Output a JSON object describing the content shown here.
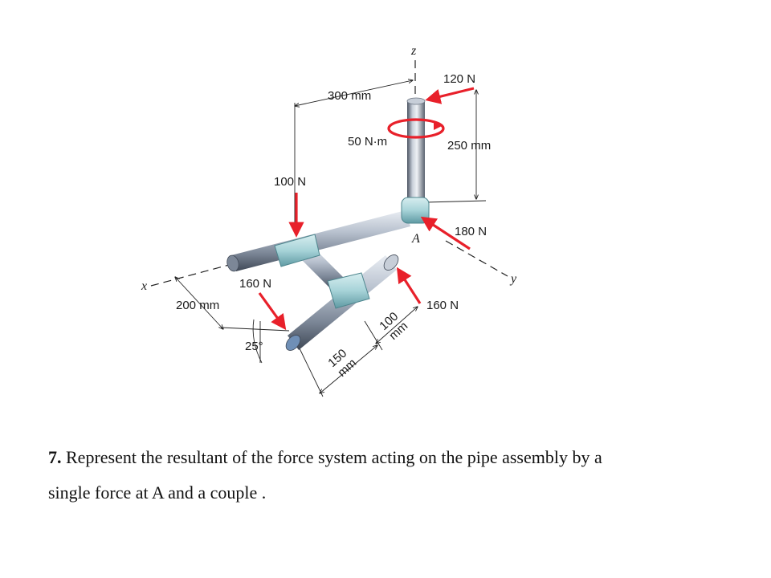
{
  "problem": {
    "number": "7.",
    "text_line1": "Represent the resultant of the force system acting on the pipe assembly by a",
    "text_line2": "single force  at A and a couple ."
  },
  "figure": {
    "axes": {
      "x": "x",
      "y": "y",
      "z": "z"
    },
    "point_label": "A",
    "forces": {
      "f_top": "120 N",
      "f_100": "100 N",
      "f_180": "180 N",
      "f_160_left": "160 N",
      "f_160_right": "160 N"
    },
    "couple": "50 N·m",
    "dimensions": {
      "d300": "300 mm",
      "d250": "250 mm",
      "d200": "200 mm",
      "d100_a": "100",
      "d100_b": "mm",
      "d150_a": "150",
      "d150_b": "mm"
    },
    "angle": "25°",
    "colors": {
      "force": "#e8202a",
      "pipe": "#9aa4b4",
      "fitting": "#a7d3d8"
    }
  }
}
